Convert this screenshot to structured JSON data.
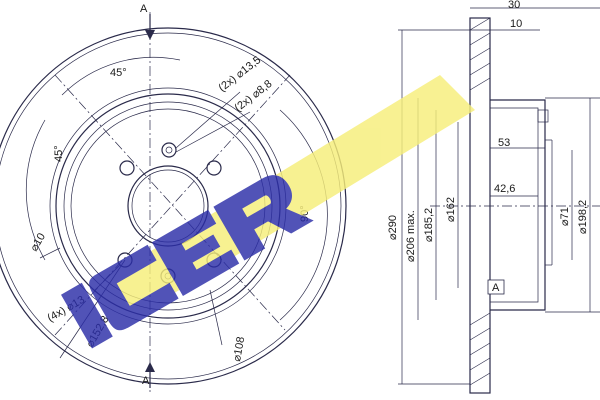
{
  "brand": {
    "logo_text": "ICER",
    "colors": {
      "blue": "#2c2ea8",
      "yellow": "#f6ee7a",
      "line": "#2a2a4a"
    }
  },
  "section": {
    "top_label": "A",
    "bottom_label": "A",
    "frame_label": "A"
  },
  "front_view": {
    "angle_top": "45°",
    "angle_left": "45°",
    "angle_right": "90°",
    "hole_a": "(2x) ⌀13,5",
    "hole_b": "(2x) ⌀8,8",
    "hole_c": "⌀10",
    "hole_d": "(4x) ⌀13",
    "pcd": "⌀152,8",
    "bottom_dim": "⌀108"
  },
  "side_view": {
    "top_dim_a": "30",
    "top_dim_b": "10",
    "depth": "53",
    "hat_depth": "42,6",
    "d_outer": "⌀290",
    "d_max": "⌀206 max.",
    "d_185": "⌀185,2",
    "d_162": "⌀162",
    "d_71": "⌀71",
    "d_198": "⌀198,2"
  }
}
